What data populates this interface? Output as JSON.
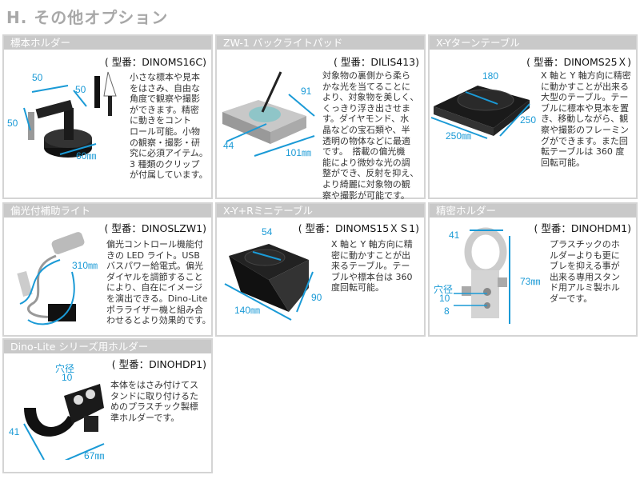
{
  "page_title": "H. その他オプション",
  "accent": "#1a9ad6",
  "products": [
    {
      "name": "標本ホルダー",
      "model": "( 型番：DINOMS16C)",
      "desc": [
        "小さな標本や見本",
        "をはさみ、自由な",
        "角度で観察や撮影",
        "ができます。精密",
        "に動きをコント",
        "ロール可能。小物",
        "の観察・撮影・研",
        "究に必須アイテム。",
        "3 種類のクリップ",
        "が付属しています。"
      ],
      "dims": [
        "50",
        "50",
        "50",
        "60㎜"
      ]
    },
    {
      "name": "ZW-1 バックライトパッド",
      "model": "( 型番：DILIS413)",
      "desc": [
        "対象物の裏側から柔ら",
        "かな光を当てることに",
        "より、対象物を美しく、",
        "くっきり浮き出させま",
        "す。ダイヤモンド、水",
        "晶などの宝石類や、半",
        "透明の物体などに最適",
        "です。　搭載の偏光機",
        "能により微妙な光の調",
        "整ができ、反射を抑え、",
        "より綺麗に対象物の観",
        "察や撮影が可能です。"
      ],
      "dims": [
        "91",
        "44",
        "101㎜"
      ]
    },
    {
      "name": "X-Yターンテーブル",
      "model": "( 型番：DINOMS25Ｘ)",
      "desc": [
        "X 軸と Y 軸方向に精密",
        "に動かすことが出来る",
        "大型のテーブル。テー",
        "ブルに標本や見本を置",
        "き、移動しながら、観",
        "察や撮影のフレーミン",
        "グができます。また回",
        "転テーブルは 360 度",
        "回転可能。"
      ],
      "dims": [
        "180",
        "250",
        "250㎜"
      ]
    },
    {
      "name": "偏光付補助ライト",
      "model": "( 型番：DINOSLZW1)",
      "desc": [
        "偏光コントロール機能付",
        "きの LED ライト。USB",
        "バスパワー給電式。偏光",
        "ダイヤルを調節すること",
        "により、自在にイメージ",
        "を演出できる。Dino-Lite",
        "ポラライザー機と組み合",
        "わせるとより効果的です。"
      ],
      "dims": [
        "310㎜"
      ]
    },
    {
      "name": "X-Y+Rミニテーブル",
      "model": "( 型番：DINOMS15ＸＳ1)",
      "desc": [
        "X 軸と Y 軸方向に精",
        "密に動かすことが出",
        "来るテーブル。テー",
        "ブルや標本台は 360",
        "度回転可能。"
      ],
      "dims": [
        "54",
        "90",
        "140㎜"
      ]
    },
    {
      "name": "精密ホルダー",
      "model": "( 型番：DINOHDM1)",
      "desc": [
        "プラスチックのホ",
        "ルダーよりも更に",
        "ブレを抑える事が",
        "出来る専用スタン",
        "ド用アルミ製ホル",
        "ダーです。"
      ],
      "dims": [
        "41",
        "73㎜",
        "穴径",
        "10",
        "8"
      ]
    },
    {
      "name": "Dino-Lite シリーズ用ホルダー",
      "model": "( 型番：DINOHDP1)",
      "desc": [
        "本体をはさみ付けてス",
        "タンドに取り付けるた",
        "めのプラスチック製標",
        "準ホルダーです。"
      ],
      "dims": [
        "穴径",
        "10",
        "41",
        "67㎜"
      ]
    }
  ]
}
